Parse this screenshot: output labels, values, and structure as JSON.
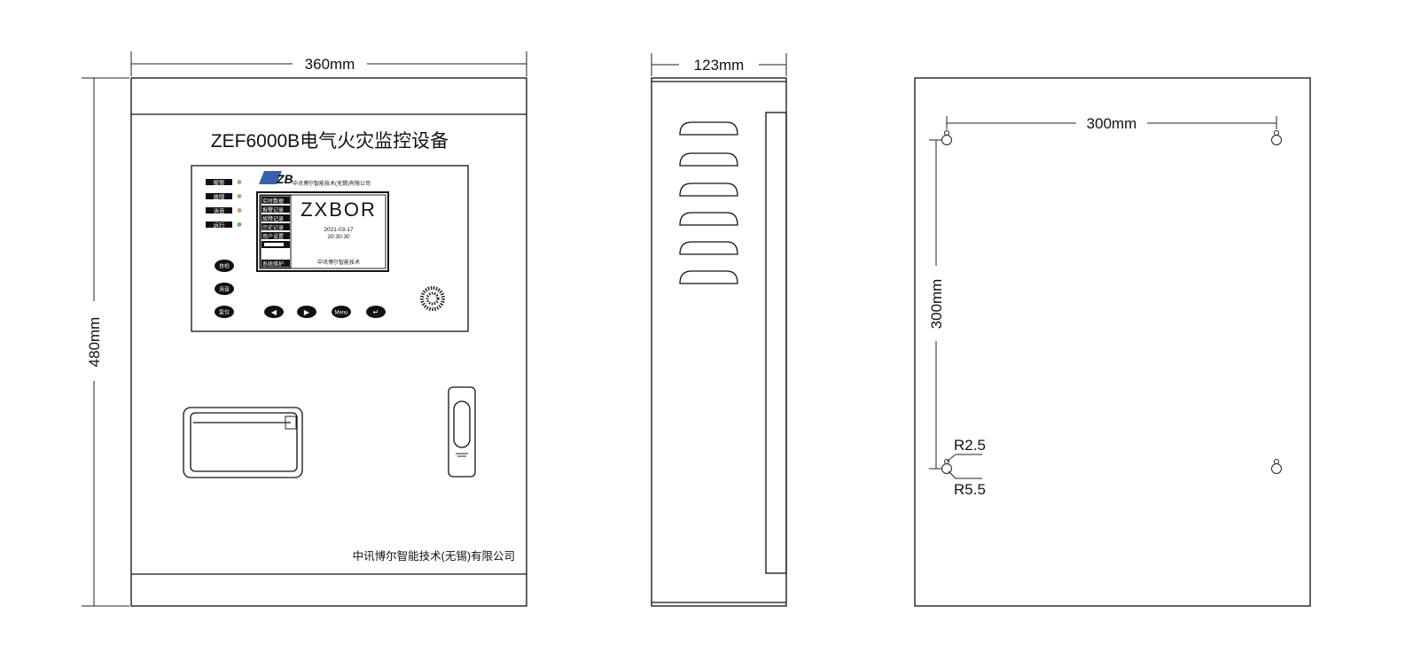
{
  "front": {
    "width_label": "360mm",
    "height_label": "480mm",
    "title": "ZEF6000B电气火灾监控设备",
    "company_footer": "中讯博尔智能技术(无锡)有限公司",
    "panel": {
      "logo": "ZB",
      "logo_company": "中讯博尔智能技术(无锡)有限公司",
      "indicators": [
        "报警",
        "故障",
        "消音",
        "运行"
      ],
      "left_buttons": [
        "自检",
        "消音",
        "复位"
      ],
      "nav_buttons": [
        "◀",
        "▶",
        "Menu",
        "↵"
      ],
      "screen": {
        "brand": "ZXBOR",
        "date": "2021-03-17",
        "time": "20:30:30",
        "menu": [
          "实时数据",
          "报警记录",
          "故障记录",
          "历史记录",
          "用户设置",
          "",
          "",
          "系统维护"
        ],
        "footer": "中讯博尔智能技术"
      }
    }
  },
  "side": {
    "depth_label": "123mm"
  },
  "back": {
    "horizontal_spacing_label": "300mm",
    "vertical_spacing_label": "300mm",
    "small_radius_label": "R2.5",
    "large_radius_label": "R5.5"
  },
  "colors": {
    "led_warn": "#c8a070",
    "led_run": "#5fbf5f"
  }
}
